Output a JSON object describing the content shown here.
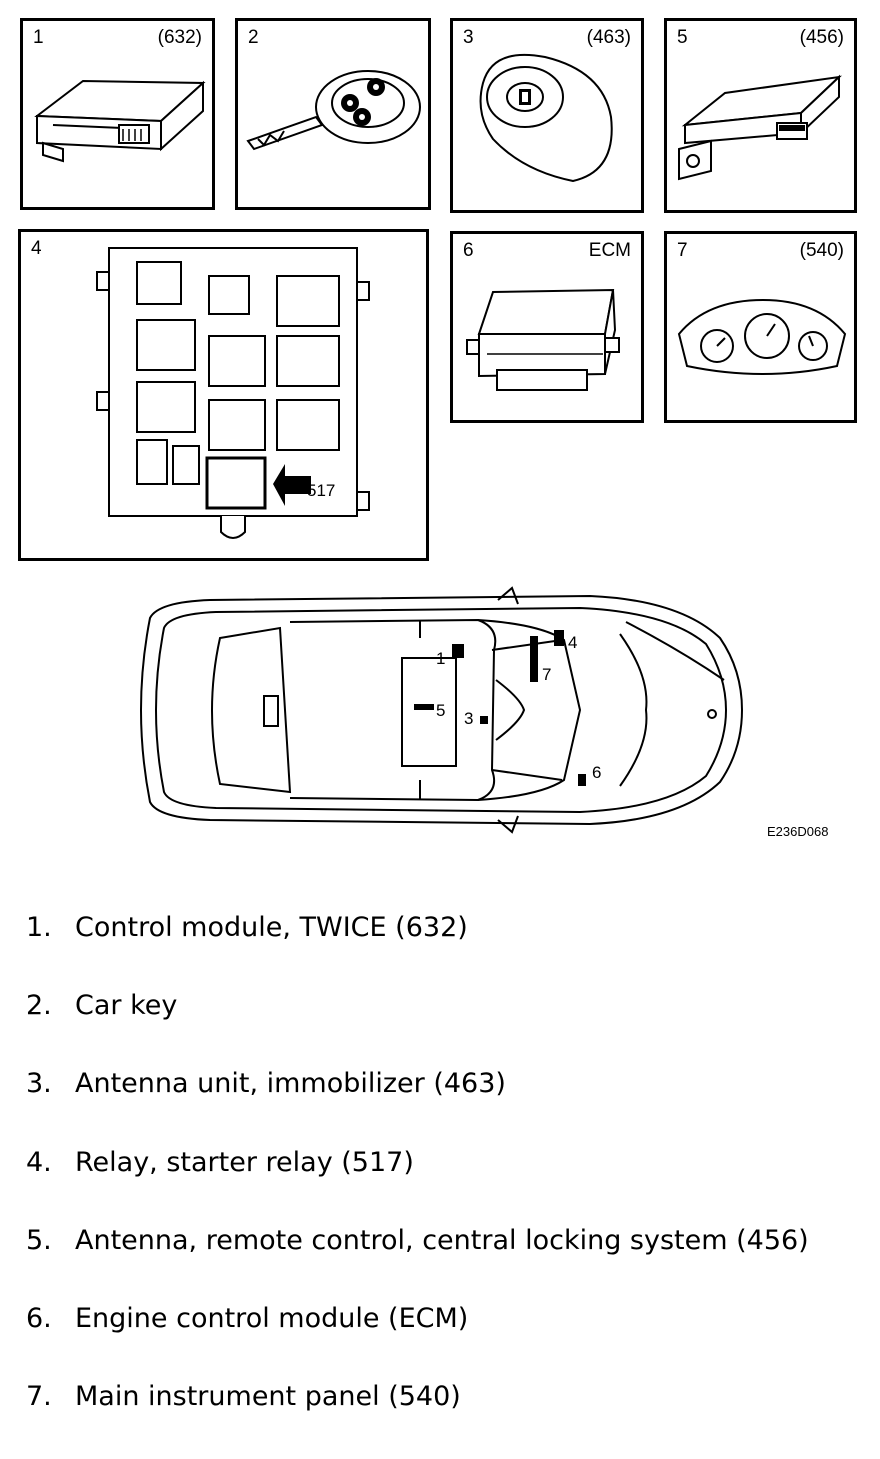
{
  "panels": {
    "p1": {
      "number": "1",
      "code": "(632)"
    },
    "p2": {
      "number": "2"
    },
    "p3": {
      "number": "3",
      "code": "(463)"
    },
    "p5": {
      "number": "5",
      "code": "(456)"
    },
    "p4": {
      "number": "4",
      "relay_label": "517"
    },
    "p6": {
      "number": "6",
      "code": "ECM"
    },
    "p7": {
      "number": "7",
      "code": "(540)"
    }
  },
  "car_markers": {
    "m1": "1",
    "m3": "3",
    "m4": "4",
    "m5": "5",
    "m6": "6",
    "m7": "7"
  },
  "figure_id": "E236D068",
  "legend": [
    {
      "num": "1.",
      "text": "Control module, TWICE (632)"
    },
    {
      "num": "2.",
      "text": "Car key"
    },
    {
      "num": "3.",
      "text": "Antenna unit, immobilizer (463)"
    },
    {
      "num": "4.",
      "text": "Relay, starter relay (517)"
    },
    {
      "num": "5.",
      "text": "Antenna, remote control, central locking system (456)"
    },
    {
      "num": "6.",
      "text": "Engine control module (ECM)"
    },
    {
      "num": "7.",
      "text": "Main instrument panel (540)"
    }
  ]
}
